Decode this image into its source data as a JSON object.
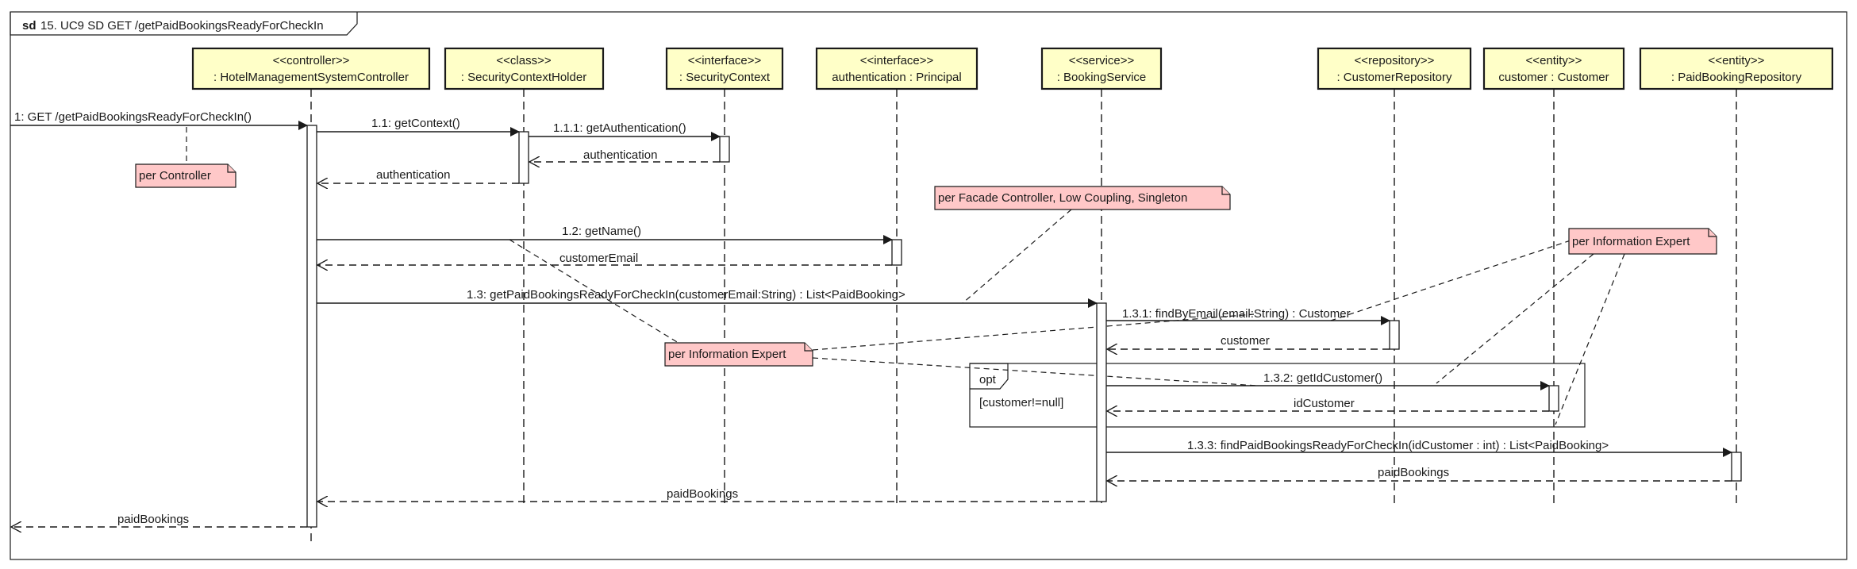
{
  "frame": {
    "keyword": "sd",
    "title": "15. UC9 SD GET /getPaidBookingsReadyForCheckIn"
  },
  "participants": [
    {
      "stereotype": "<<controller>>",
      "name": ": HotelManagementSystemController"
    },
    {
      "stereotype": "<<class>>",
      "name": ": SecurityContextHolder"
    },
    {
      "stereotype": "<<interface>>",
      "name": ": SecurityContext"
    },
    {
      "stereotype": "<<interface>>",
      "name": "authentication : Principal"
    },
    {
      "stereotype": "<<service>>",
      "name": ": BookingService"
    },
    {
      "stereotype": "<<repository>>",
      "name": ": CustomerRepository"
    },
    {
      "stereotype": "<<entity>>",
      "name": "customer : Customer"
    },
    {
      "stereotype": "<<entity>>",
      "name": ": PaidBookingRepository"
    }
  ],
  "messages": [
    {
      "label": "1: GET /getPaidBookingsReadyForCheckIn()",
      "kind": "call"
    },
    {
      "label": "1.1: getContext()",
      "kind": "call"
    },
    {
      "label": "1.1.1: getAuthentication()",
      "kind": "call"
    },
    {
      "label": "authentication",
      "kind": "return"
    },
    {
      "label": "authentication",
      "kind": "return"
    },
    {
      "label": "1.2: getName()",
      "kind": "call"
    },
    {
      "label": "customerEmail",
      "kind": "return"
    },
    {
      "label": "1.3: getPaidBookingsReadyForCheckIn(customerEmail:String) : List<PaidBooking>",
      "kind": "call"
    },
    {
      "label": "1.3.1: findByEmail(email:String) : Customer",
      "kind": "call"
    },
    {
      "label": "customer",
      "kind": "return"
    },
    {
      "label": "1.3.2: getIdCustomer()",
      "kind": "call"
    },
    {
      "label": "idCustomer",
      "kind": "return"
    },
    {
      "label": "1.3.3: findPaidBookingsReadyForCheckIn(idCustomer : int) : List<PaidBooking>",
      "kind": "call"
    },
    {
      "label": "paidBookings",
      "kind": "return"
    },
    {
      "label": "paidBookings",
      "kind": "return"
    },
    {
      "label": "paidBookings",
      "kind": "return"
    }
  ],
  "notes": [
    {
      "text": "per Controller"
    },
    {
      "text": "per Facade Controller, Low Coupling, Singleton"
    },
    {
      "text": "per Information Expert"
    },
    {
      "text": "per Information Expert"
    }
  ],
  "fragment": {
    "operator": "opt",
    "guard": "[customer!=null]"
  },
  "colors": {
    "lifeline_box": "#ffffc8",
    "note": "#ffc8c8",
    "line": "#1a1a1a",
    "background": "#ffffff"
  }
}
